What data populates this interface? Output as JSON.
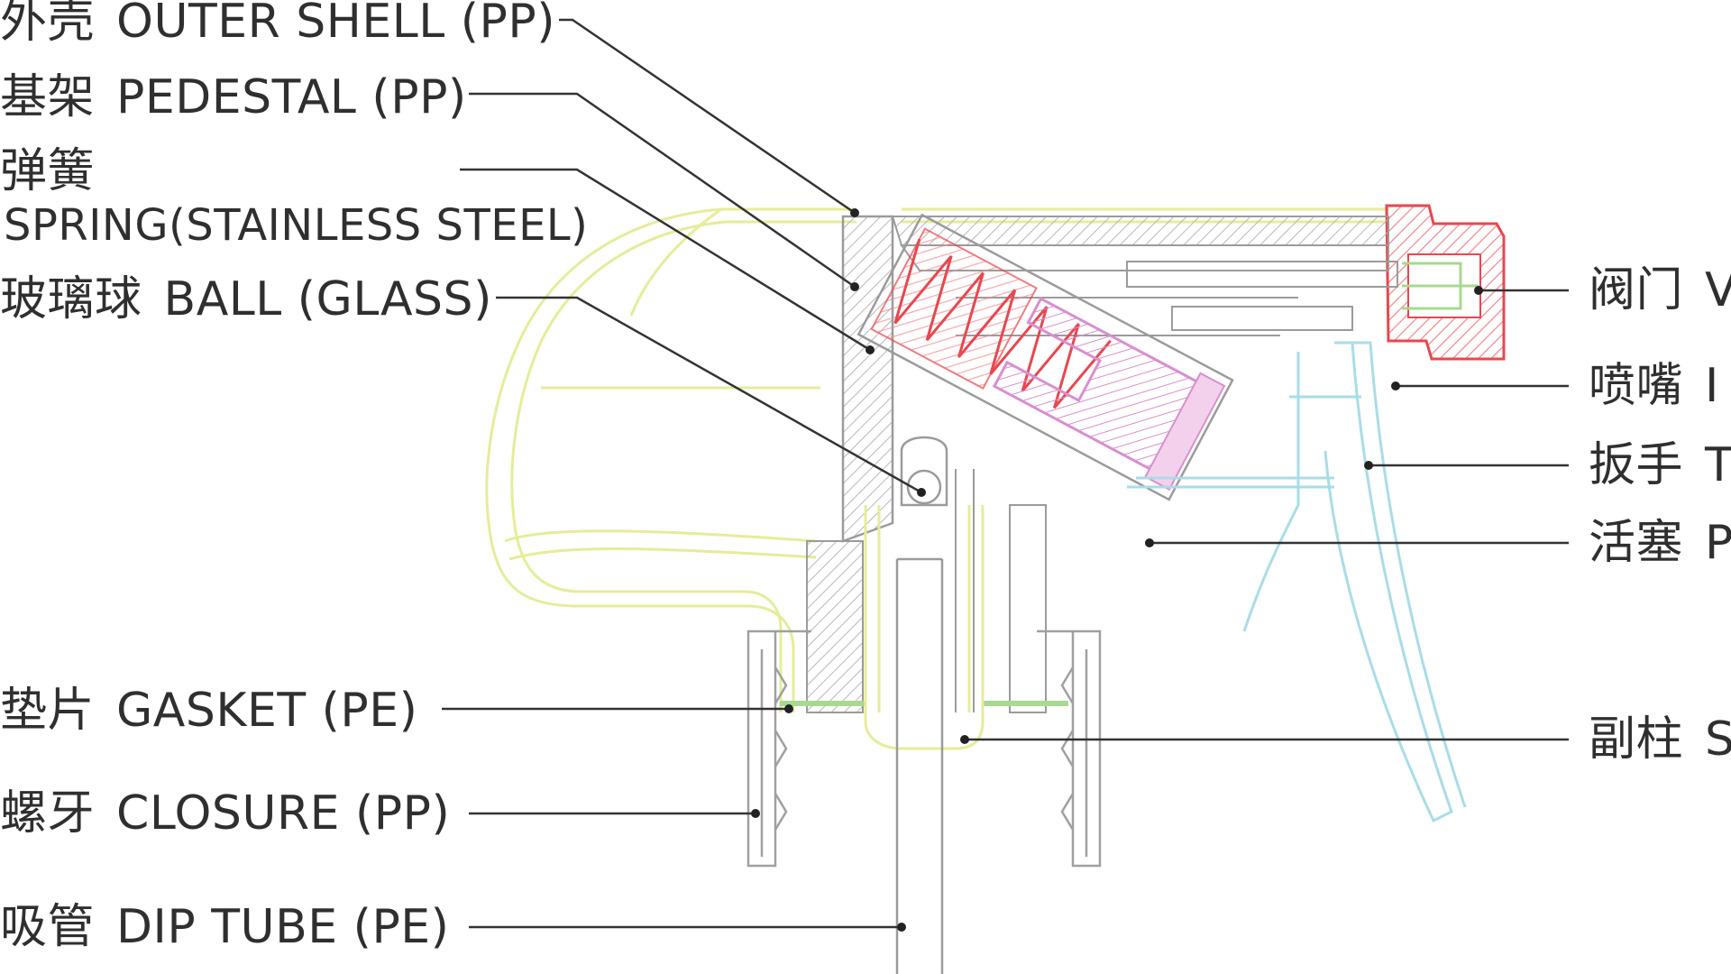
{
  "labels": {
    "outer_shell": {
      "zh": "外壳",
      "en": "OUTER SHELL (PP)"
    },
    "pedestal": {
      "zh": "基架",
      "en": "PEDESTAL (PP)"
    },
    "spring_zh": "弹簧",
    "spring_en": "SPRING(STAINLESS STEEL)",
    "ball": {
      "zh": "玻璃球",
      "en": "BALL (GLASS)"
    },
    "gasket": {
      "zh": "垫片",
      "en": "GASKET (PE)"
    },
    "closure": {
      "zh": "螺牙",
      "en": "CLOSURE (PP)"
    },
    "dip_tube": {
      "zh": "吸管",
      "en": "DIP TUBE (PE)"
    },
    "valve": {
      "zh": "阀门",
      "en": "V"
    },
    "nozzle": {
      "zh": "喷嘴",
      "en": "I"
    },
    "trigger": {
      "zh": "扳手",
      "en": "T"
    },
    "piston": {
      "zh": "活塞",
      "en": "P"
    },
    "sub_column": {
      "zh": "副柱",
      "en": "S"
    }
  },
  "colors": {
    "outer_shell": "#e6ec9a",
    "pedestal": "#9b9b9b",
    "spring": "#e8474f",
    "piston": "#d98fcf",
    "nozzle": "#f2a9ad",
    "trigger": "#a9dde6",
    "gasket": "#a7d98e",
    "leader": "#333333"
  }
}
